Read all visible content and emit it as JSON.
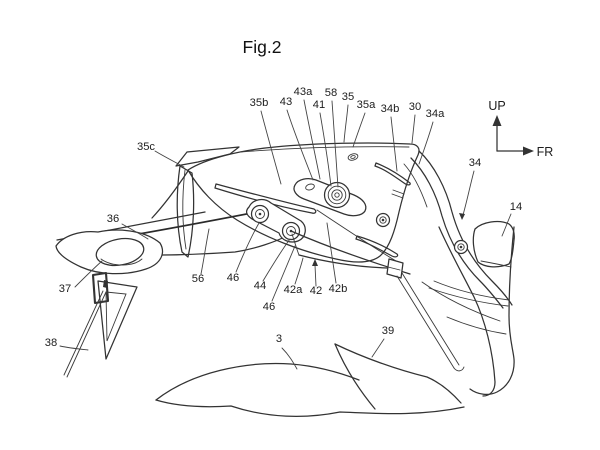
{
  "figure": {
    "title": "Fig.2"
  },
  "orientation": {
    "up": "UP",
    "fr": "FR"
  },
  "colors": {
    "line": "#333333",
    "background": "#ffffff",
    "label": "#1d1d1d"
  },
  "ref": {
    "35c": "35c",
    "35b": "35b",
    "43": "43",
    "43a": "43a",
    "41": "41",
    "58": "58",
    "35": "35",
    "35a": "35a",
    "34b": "34b",
    "30": "30",
    "34a": "34a",
    "34": "34",
    "14": "14",
    "36": "36",
    "37": "37",
    "38": "38",
    "56": "56",
    "46_upper": "46",
    "44": "44",
    "46_lower": "46",
    "42a": "42a",
    "42": "42",
    "42b": "42b",
    "3": "3",
    "39": "39"
  }
}
